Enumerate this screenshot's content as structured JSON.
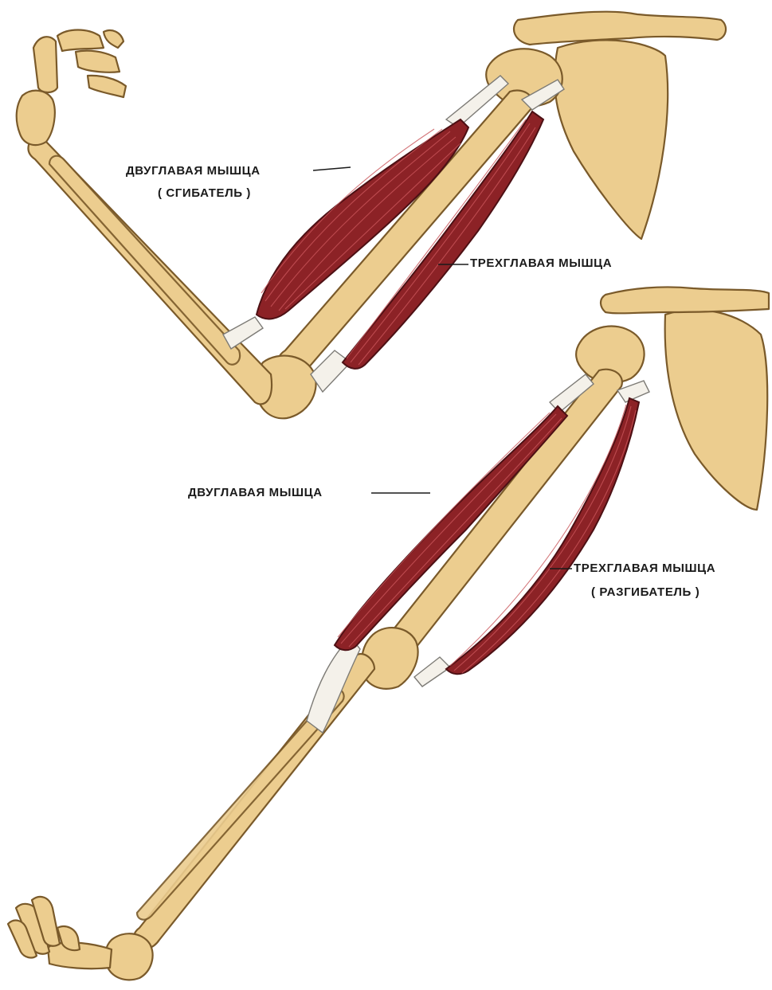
{
  "labels": {
    "flexed_biceps": "ДВУГЛАВАЯ МЫШЦА",
    "flexed_biceps_role": "( СГИБАТЕЛЬ )",
    "flexed_triceps": "ТРЕХГЛАВАЯ МЫШЦА",
    "extended_biceps": "ДВУГЛАВАЯ МЫШЦА",
    "extended_triceps": "ТРЕХГЛАВАЯ МЫШЦА",
    "extended_triceps_role": "( РАЗГИБАТЕЛЬ )"
  },
  "colors": {
    "bone": "#eccd8f",
    "bone_outline": "#7a5a2a",
    "muscle": "#8c2226",
    "tendon": "#f4f1ea",
    "text": "#1a1a1a"
  }
}
